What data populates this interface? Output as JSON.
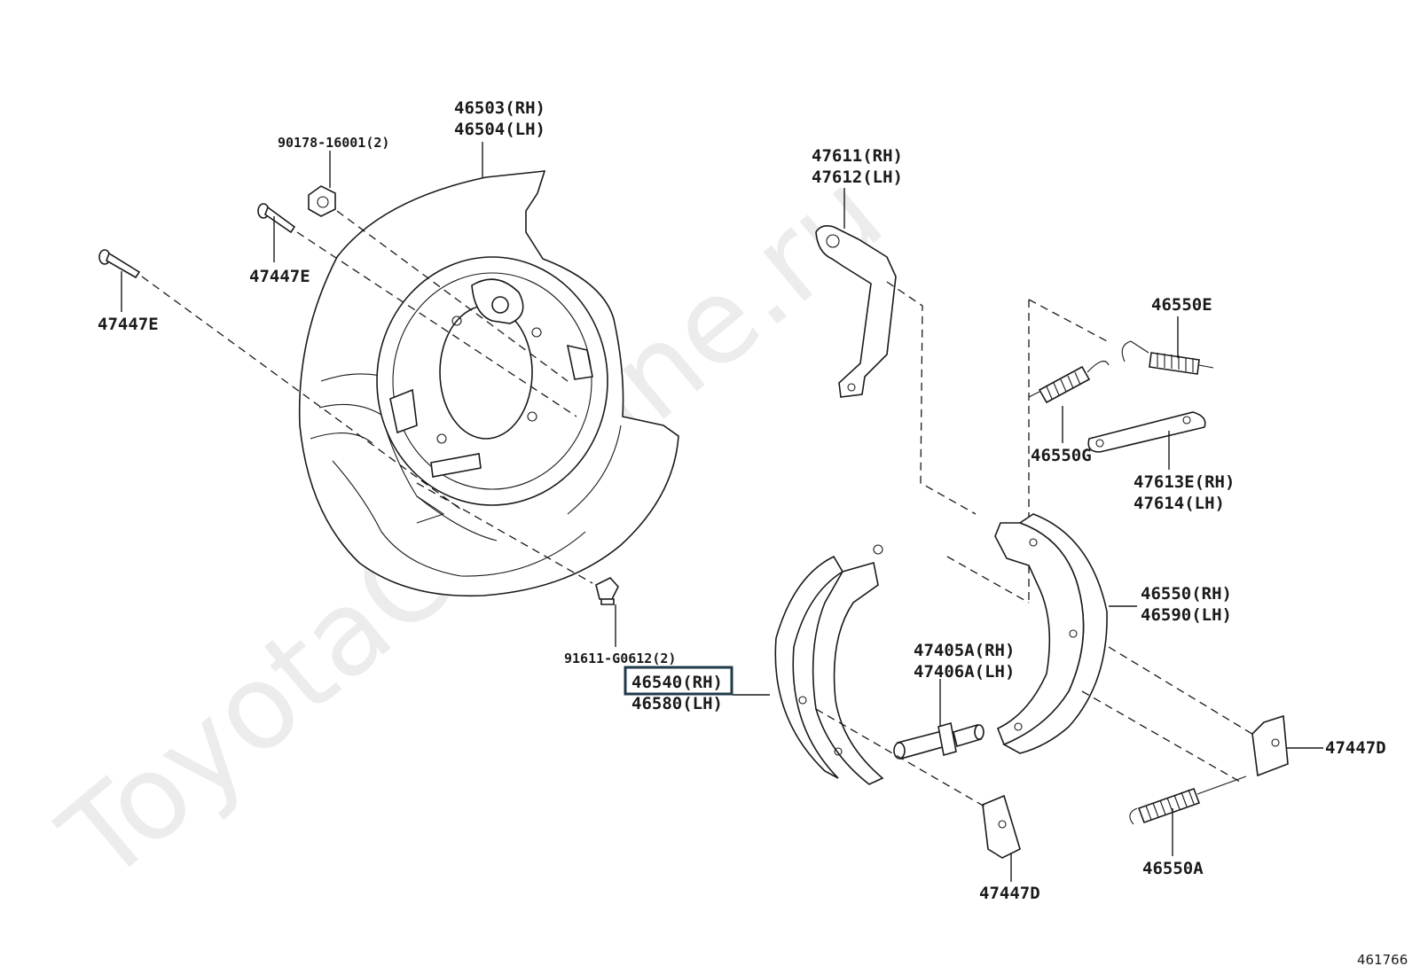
{
  "watermark": "ToyotaCarMine.ru",
  "labels": {
    "shield_rh": "46503(RH)",
    "shield_lh": "46504(LH)",
    "nut": "90178-16001(2)",
    "bolt_a": "47447E",
    "bolt_b": "47447E",
    "flange_bolt": "91611-G0612(2)",
    "shoe_rh": "46540(RH)",
    "shoe_lh": "46580(LH)",
    "lever_rh": "47611(RH)",
    "lever_lh": "47612(LH)",
    "spring_e": "46550E",
    "spring_g": "46550G",
    "strut_rh": "47613E(RH)",
    "strut_lh": "47614(LH)",
    "shoe2_rh": "46550(RH)",
    "shoe2_lh": "46590(LH)",
    "adjuster_rh": "47405A(RH)",
    "adjuster_lh": "47406A(LH)",
    "retainer_right": "47447D",
    "retainer_bottom": "47447D",
    "spring_a": "46550A"
  },
  "highlighted_part": "46540(RH)",
  "diagram_ref": "461766",
  "colors": {
    "line": "#1a1a1a",
    "highlight_box": "#1f3a4a",
    "watermark": "#ececec"
  }
}
